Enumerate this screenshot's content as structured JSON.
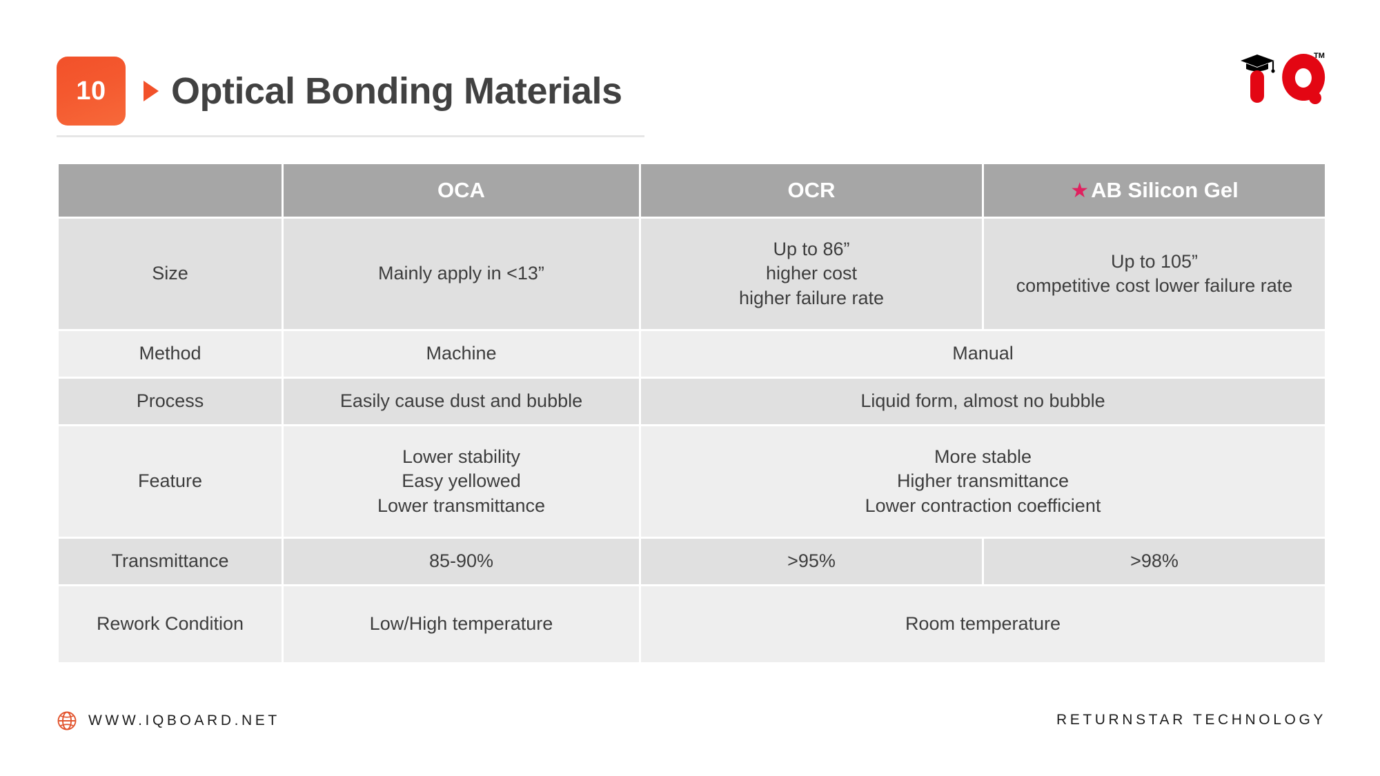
{
  "header": {
    "slide_number": "10",
    "title": "Optical Bonding Materials",
    "arrow_icon": "triangle-right-icon",
    "badge_color": "#f2512a",
    "title_color": "#414141"
  },
  "logo": {
    "text": "iQ",
    "trademark": "TM",
    "color": "#e30613",
    "cap_color": "#000000",
    "alt": "iQ graduation-cap logo"
  },
  "table": {
    "columns": [
      "",
      "OCA",
      "OCR",
      "AB Silicon Gel"
    ],
    "highlight_star": "★",
    "star_color": "#e0215f",
    "header_bg": "#a6a6a6",
    "row_bg_dark": "#e0e0e0",
    "row_bg_light": "#eeeeee",
    "rows": [
      {
        "label": "Size",
        "oca": "Mainly apply in <13”",
        "ocr": "Up to 86”\nhigher cost\nhigher failure rate",
        "ab": "Up to 105”\ncompetitive cost lower failure rate",
        "merged": false
      },
      {
        "label": "Method",
        "oca": "Machine",
        "merged_value": "Manual",
        "merged": true
      },
      {
        "label": "Process",
        "oca": "Easily cause dust and bubble",
        "merged_value": "Liquid form, almost no bubble",
        "merged": true
      },
      {
        "label": "Feature",
        "oca": "Lower stability\nEasy yellowed\nLower transmittance",
        "merged_value": "More stable\nHigher transmittance\nLower contraction coefficient",
        "merged": true
      },
      {
        "label": "Transmittance",
        "oca": "85-90%",
        "ocr": ">95%",
        "ab": ">98%",
        "merged": false
      },
      {
        "label": "Rework Condition",
        "oca": "Low/High temperature",
        "merged_value": "Room temperature",
        "merged": true
      }
    ]
  },
  "footer": {
    "globe_icon": "globe-icon",
    "url": "WWW.IQBOARD.NET",
    "company": "RETURNSTAR TECHNOLOGY"
  },
  "cells": {
    "size_label": "Size",
    "size_oca": "Mainly apply in <13”",
    "size_ocr_l1": "Up to 86”",
    "size_ocr_l2": "higher cost",
    "size_ocr_l3": "higher failure rate",
    "size_ab_l1": "Up to 105”",
    "size_ab_l2": "competitive cost lower failure rate",
    "method_label": "Method",
    "method_oca": "Machine",
    "method_merged": "Manual",
    "process_label": "Process",
    "process_oca": "Easily cause dust and bubble",
    "process_merged": "Liquid form, almost no bubble",
    "feature_label": "Feature",
    "feature_oca_l1": "Lower stability",
    "feature_oca_l2": "Easy yellowed",
    "feature_oca_l3": "Lower transmittance",
    "feature_merged_l1": "More stable",
    "feature_merged_l2": "Higher transmittance",
    "feature_merged_l3": "Lower contraction coefficient",
    "trans_label": "Transmittance",
    "trans_oca": "85-90%",
    "trans_ocr": ">95%",
    "trans_ab": ">98%",
    "rework_label": "Rework Condition",
    "rework_oca": "Low/High temperature",
    "rework_merged": "Room temperature"
  }
}
